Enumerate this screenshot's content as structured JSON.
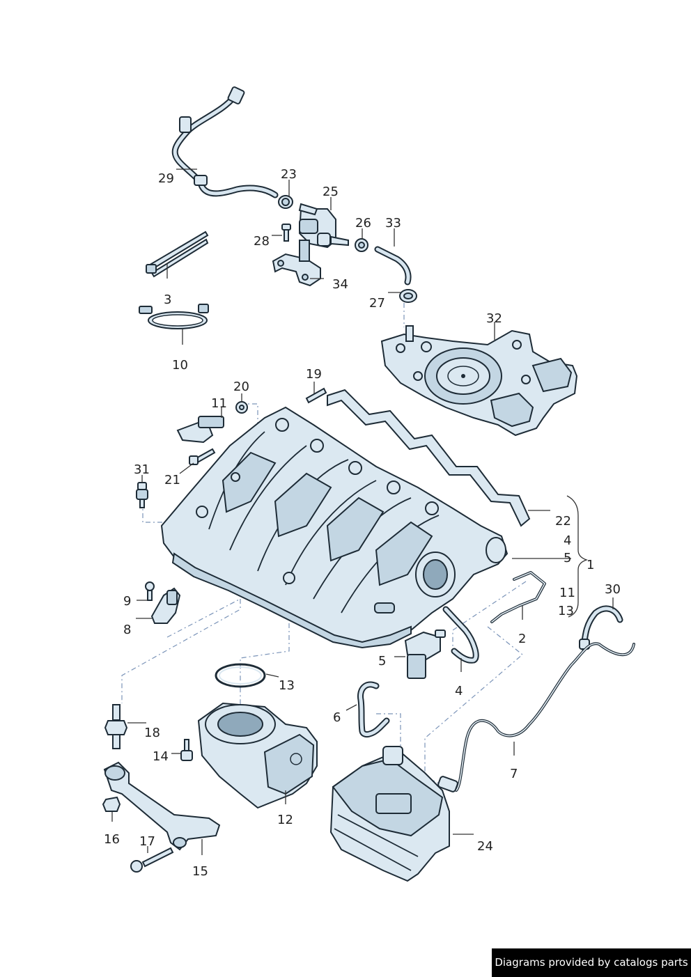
{
  "credit": "Diagrams provided by catalogs parts",
  "callouts": {
    "p1": "1",
    "p2": "2",
    "p3": "3",
    "p4a": "4",
    "p4b": "4",
    "p5a": "5",
    "p5b": "5",
    "p6": "6",
    "p7": "7",
    "p8": "8",
    "p9": "9",
    "p10": "10",
    "p11a": "11",
    "p11b": "11",
    "p12": "12",
    "p13a": "13",
    "p13b": "13",
    "p14": "14",
    "p15": "15",
    "p16": "16",
    "p17": "17",
    "p18": "18",
    "p19": "19",
    "p20": "20",
    "p21": "21",
    "p22": "22",
    "p23": "23",
    "p24": "24",
    "p25": "25",
    "p26": "26",
    "p27": "27",
    "p28": "28",
    "p29": "29",
    "p30": "30",
    "p31": "31",
    "p32": "32",
    "p33": "33",
    "p34": "34"
  },
  "colors": {
    "part_fill": "#dbe8f1",
    "outline": "#1d2b36",
    "leader_dash": "#7a93b8"
  }
}
